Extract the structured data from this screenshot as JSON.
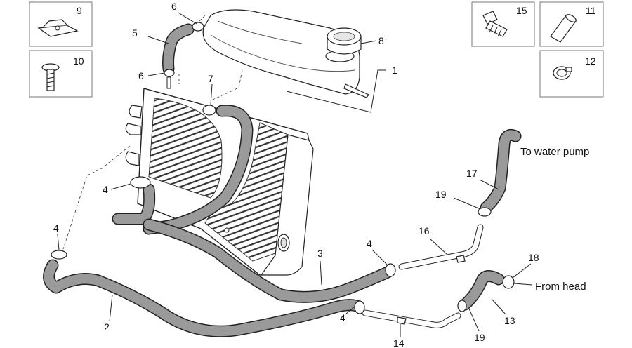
{
  "labels": {
    "n1": "1",
    "n2": "2",
    "n3": "3",
    "n4a": "4",
    "n4b": "4",
    "n4c": "4",
    "n4d": "4",
    "n5": "5",
    "n6a": "6",
    "n6b": "6",
    "n7": "7",
    "n8": "8",
    "n9": "9",
    "n10": "10",
    "n11": "11",
    "n12": "12",
    "n13": "13",
    "n14": "14",
    "n15": "15",
    "n16": "16",
    "n17": "17",
    "n18": "18",
    "n19a": "19",
    "n19b": "19"
  },
  "notes": {
    "to_water_pump": "To water pump",
    "from_head": "From head"
  }
}
